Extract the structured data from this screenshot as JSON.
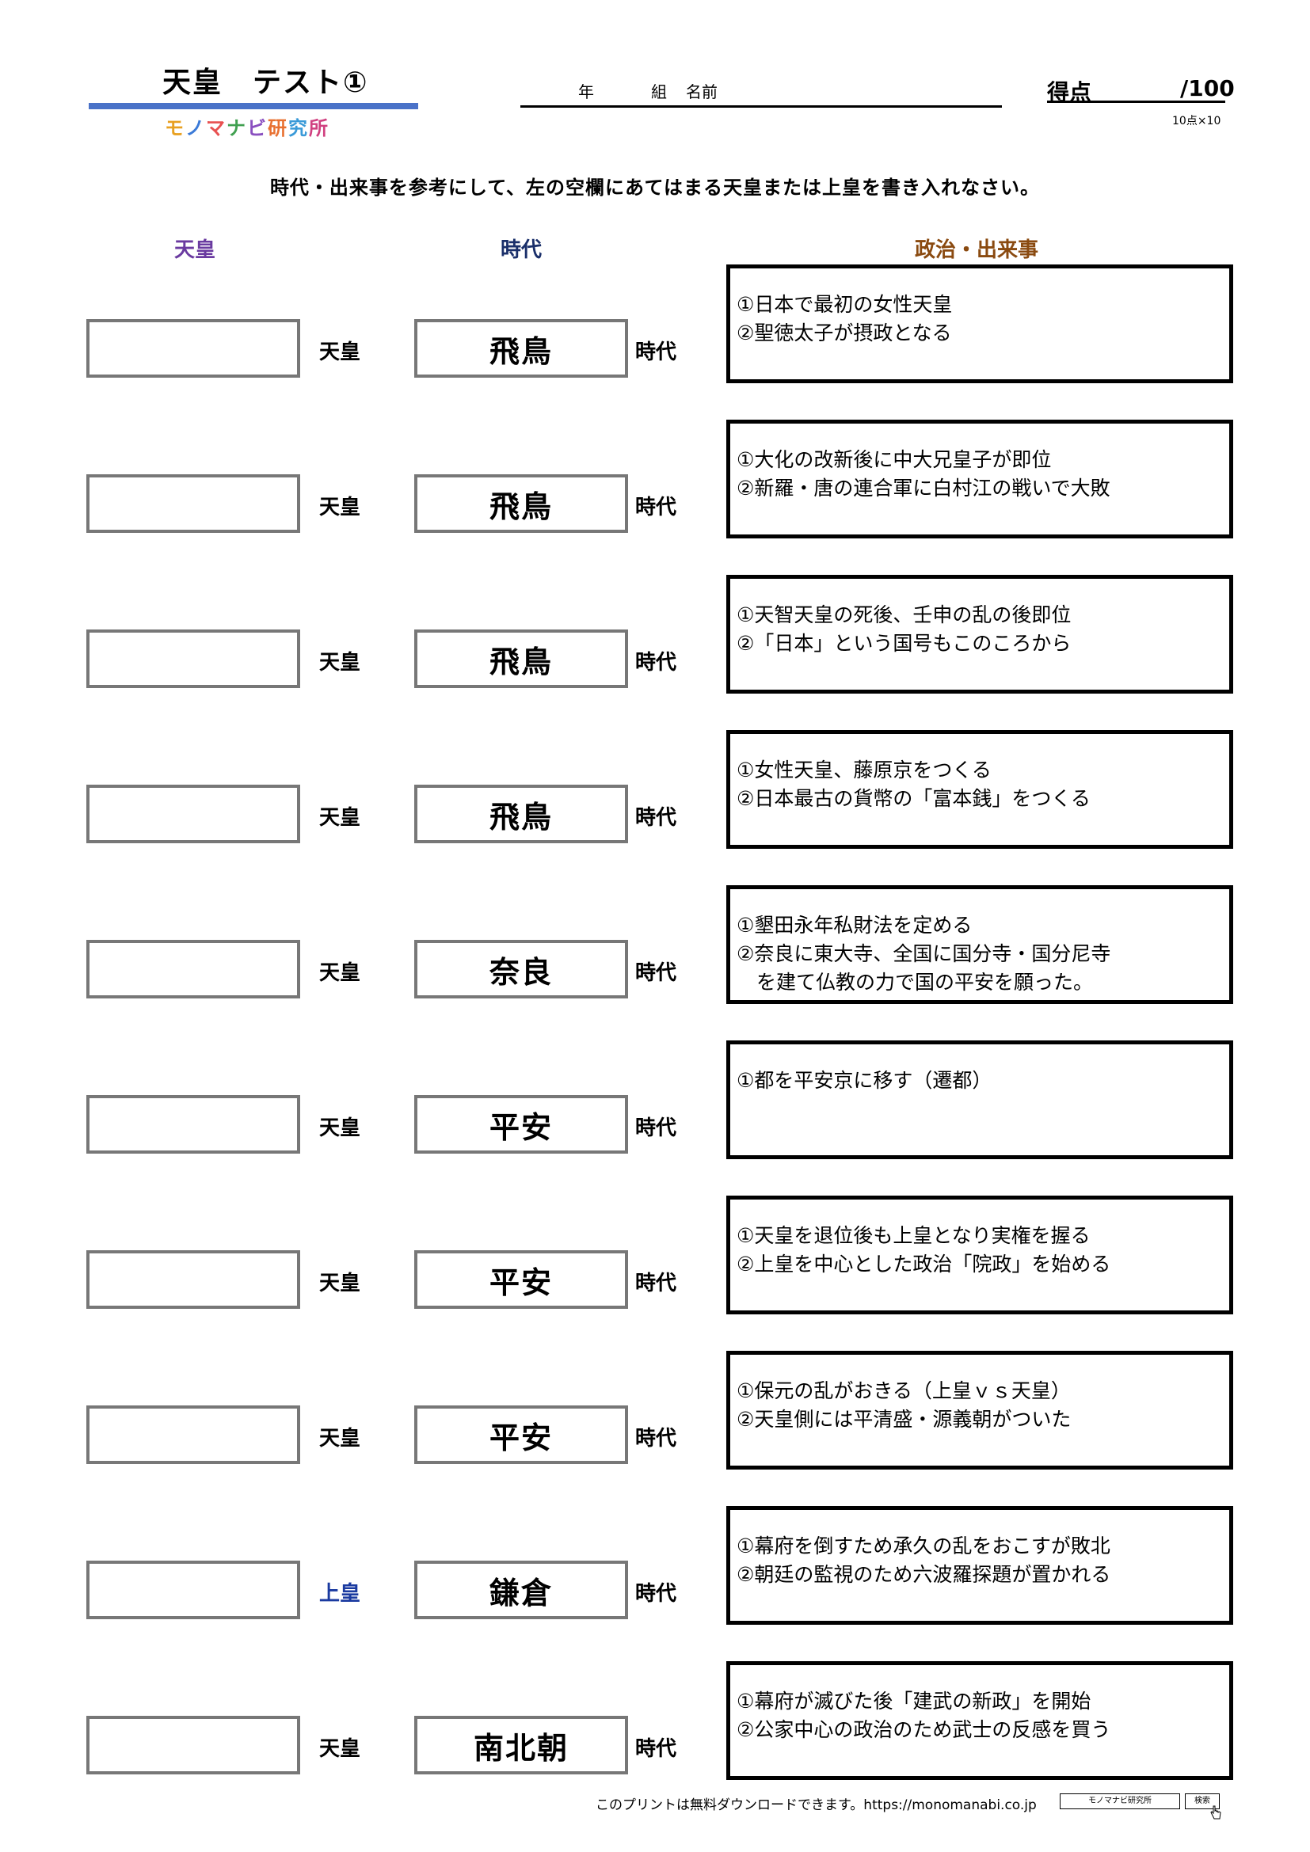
{
  "header": {
    "title": "天皇　テスト①",
    "logo": "モノマナビ研究所",
    "name_fields": {
      "year": "年",
      "class": "組",
      "name": "名前"
    },
    "score_label": "得点",
    "score_max": "/100",
    "points_note": "10点×10"
  },
  "instruction": "時代・出来事を参考にして、左の空欄にあてはまる天皇または上皇を書き入れなさい。",
  "columns": {
    "emperor": "天皇",
    "era": "時代",
    "event": "政治・出来事"
  },
  "questions": [
    {
      "suffix": "天皇",
      "era": "飛鳥",
      "era_suffix": "時代",
      "events": [
        "①日本で最初の女性天皇",
        "②聖徳太子が摂政となる"
      ]
    },
    {
      "suffix": "天皇",
      "era": "飛鳥",
      "era_suffix": "時代",
      "events": [
        "①大化の改新後に中大兄皇子が即位",
        "②新羅・唐の連合軍に白村江の戦いで大敗"
      ]
    },
    {
      "suffix": "天皇",
      "era": "飛鳥",
      "era_suffix": "時代",
      "events": [
        "①天智天皇の死後、壬申の乱の後即位",
        "②「日本」という国号もこのころから"
      ]
    },
    {
      "suffix": "天皇",
      "era": "飛鳥",
      "era_suffix": "時代",
      "events": [
        "①女性天皇、藤原京をつくる",
        "②日本最古の貨幣の「富本銭」をつくる"
      ]
    },
    {
      "suffix": "天皇",
      "era": "奈良",
      "era_suffix": "時代",
      "events": [
        "①墾田永年私財法を定める",
        "②奈良に東大寺、全国に国分寺・国分尼寺",
        "　を建て仏教の力で国の平安を願った。"
      ]
    },
    {
      "suffix": "天皇",
      "era": "平安",
      "era_suffix": "時代",
      "events": [
        "①都を平安京に移す（遷都）"
      ]
    },
    {
      "suffix": "天皇",
      "era": "平安",
      "era_suffix": "時代",
      "events": [
        "①天皇を退位後も上皇となり実権を握る",
        "②上皇を中心とした政治「院政」を始める"
      ]
    },
    {
      "suffix": "天皇",
      "era": "平安",
      "era_suffix": "時代",
      "events": [
        "①保元の乱がおきる（上皇ｖｓ天皇）",
        "②天皇側には平清盛・源義朝がついた"
      ]
    },
    {
      "suffix": "上皇",
      "era": "鎌倉",
      "era_suffix": "時代",
      "events": [
        "①幕府を倒すため承久の乱をおこすが敗北",
        "②朝廷の監視のため六波羅探題が置かれる"
      ]
    },
    {
      "suffix": "天皇",
      "era": "南北朝",
      "era_suffix": "時代",
      "events": [
        "①幕府が滅びた後「建武の新政」を開始",
        "②公家中心の政治のため武士の反感を買う"
      ]
    }
  ],
  "footer": {
    "text": "このプリントは無料ダウンロードできます。https://monomanabi.co.jp",
    "search_box": "モノマナビ研究所",
    "search_button": "検索"
  },
  "colors": {
    "title_bar": "#4a72c8",
    "jokou": "#1a3aa0"
  }
}
